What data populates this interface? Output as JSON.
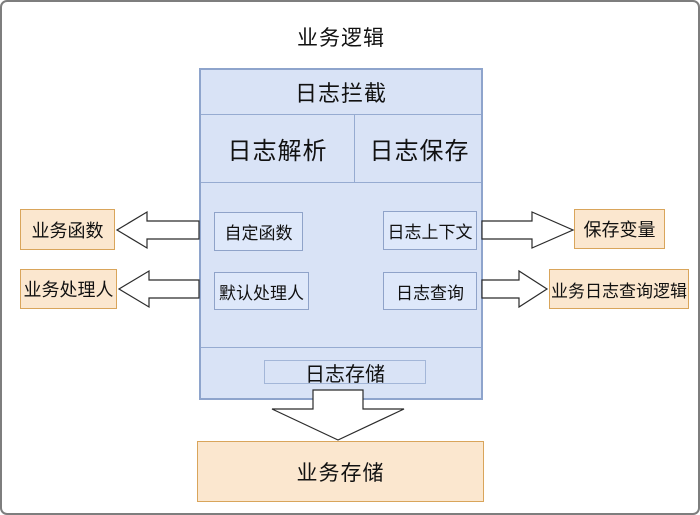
{
  "diagram": {
    "title": "业务逻辑",
    "interceptor": {
      "header": "日志拦截",
      "columns": [
        "日志解析",
        "日志保存"
      ],
      "nodes": {
        "custom_function": "自定函数",
        "log_context": "日志上下文",
        "default_handler": "默认处理人",
        "log_query": "日志查询",
        "log_storage": "日志存储"
      }
    },
    "external": {
      "business_function": "业务函数",
      "business_handler": "业务处理人",
      "save_variable": "保存变量",
      "business_log_query_logic": "业务日志查询逻辑",
      "business_storage": "业务存储"
    },
    "colors": {
      "blue_fill": "#d9e3f6",
      "blue_border": "#8ea4cc",
      "node_fill": "#dee8fa",
      "orange_fill": "#fbe7cf",
      "orange_border": "#d9a55b",
      "outer_border": "#7e7e7e",
      "arrow_fill": "#ffffff",
      "arrow_stroke": "#2b2b2b",
      "text": "#111111"
    }
  }
}
